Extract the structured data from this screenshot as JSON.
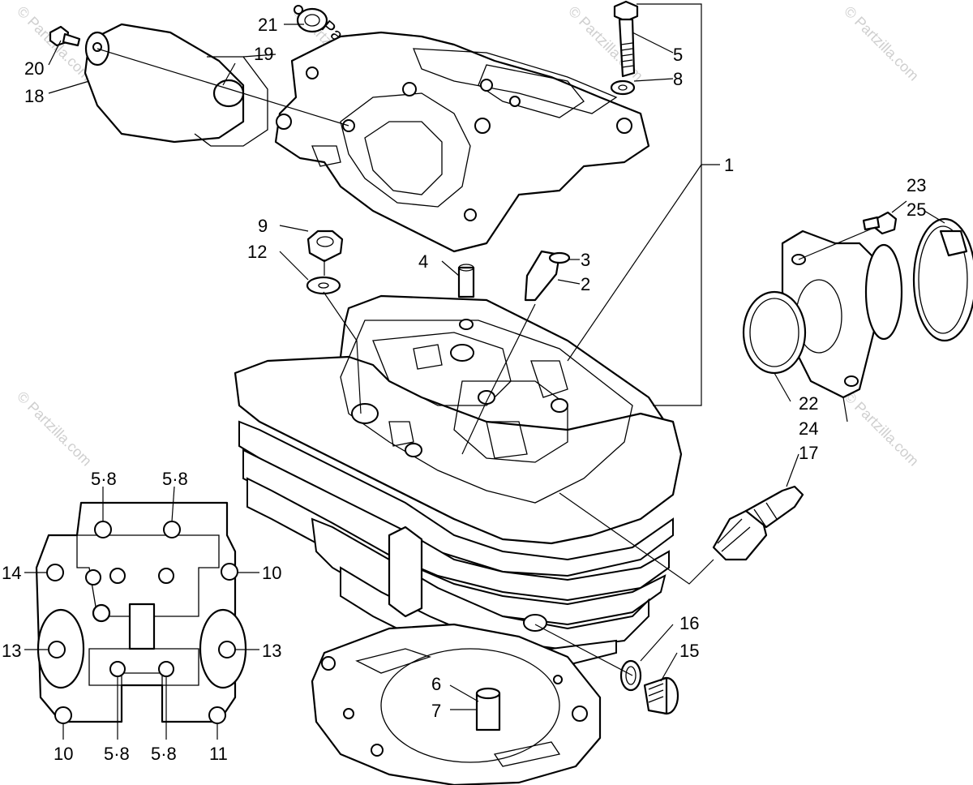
{
  "watermark_text": "© Partzilla.com",
  "watermark_main": "Partzilla.com",
  "callouts": {
    "c1": "1",
    "c2": "2",
    "c3": "3",
    "c4": "4",
    "c5": "5",
    "c6": "6",
    "c7": "7",
    "c8": "8",
    "c9": "9",
    "c10a": "10",
    "c10b": "10",
    "c11": "11",
    "c12": "12",
    "c13a": "13",
    "c13b": "13",
    "c14": "14",
    "c15": "15",
    "c16": "16",
    "c17": "17",
    "c18": "18",
    "c19": "19",
    "c20": "20",
    "c21": "21",
    "c22": "22",
    "c23": "23",
    "c24": "24",
    "c25": "25",
    "c58a": "5·8",
    "c58b": "5·8",
    "c58c": "5·8",
    "c58d": "5·8"
  }
}
